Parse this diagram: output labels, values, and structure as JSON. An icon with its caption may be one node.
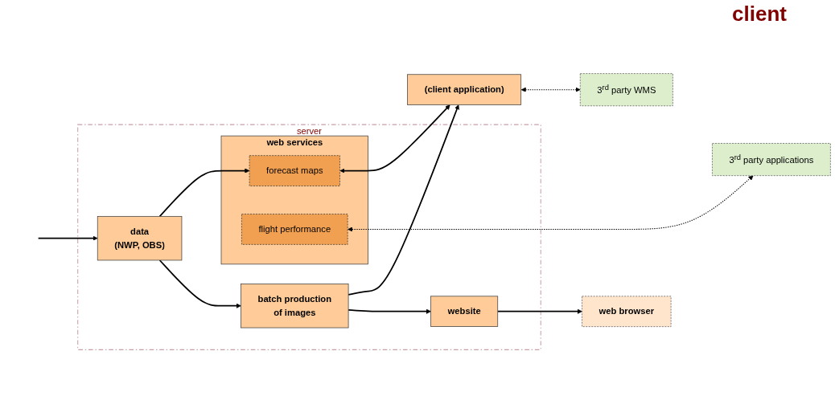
{
  "diagram": {
    "nodes": [
      {
        "text": [
          "server"
        ]
      },
      {
        "text": [
          "website"
        ],
        "in": 0
      },
      {
        "text": [
          "data",
          "(NWP, OBS)"
        ],
        "in": 0
      },
      {
        "text": [
          "batch production",
          "of images"
        ],
        "in": 0
      },
      {
        "text": [
          "web services"
        ],
        "in": 0
      },
      {
        "text": [
          "forecast maps"
        ],
        "in": 4
      },
      {
        "text": [
          "flight performance"
        ],
        "in": 4
      },
      {
        "text": [
          "web browser"
        ]
      },
      {
        "text": [
          "(client application)"
        ]
      },
      {
        "text": [
          "3$^{rd}$ party WMS"
        ]
      },
      {
        "text": [
          "3$^{rd}$ party applications"
        ]
      }
    ],
    "edges": [
      {
        "from": null,
        "to": 2,
        "arrow": "to"
      },
      {
        "from": 2,
        "to": 3,
        "arrow": "to"
      },
      {
        "from": 3,
        "to": 1,
        "arrow": "to"
      },
      {
        "from": 1,
        "to": 7,
        "arrow": "to"
      },
      {
        "from": 3,
        "to": 8,
        "arrow": "to"
      },
      {
        "from": 2,
        "to": 5,
        "arrow": "to"
      },
      {
        "from": 5,
        "to": 8,
        "arrow": "both"
      },
      {
        "from": 8,
        "to": 9,
        "arrow": "both",
        "style": "dashed"
      },
      {
        "from": 6,
        "to": 10,
        "arrow": "both",
        "style": "dashed"
      }
    ],
    "labels": [
      "client"
    ]
  }
}
